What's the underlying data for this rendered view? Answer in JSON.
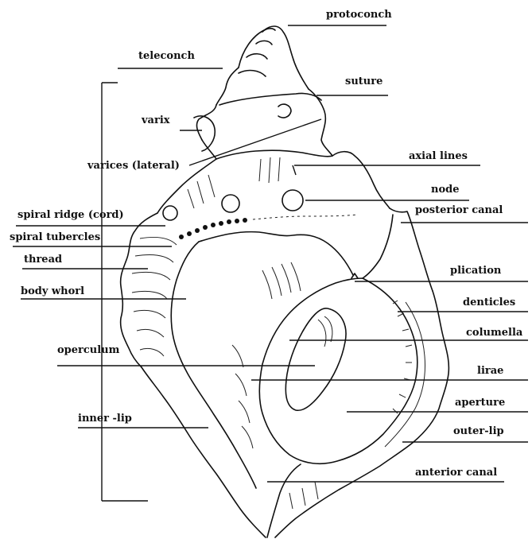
{
  "labels": {
    "protoconch": "protoconch",
    "teleconch": "teleconch",
    "suture": "suture",
    "varix": "varix",
    "varices_lateral": "varices (lateral)",
    "axial_lines": "axial lines",
    "node": "node",
    "spiral_ridge": "spiral ridge (cord)",
    "posterior_canal": "posterior canal",
    "spiral_tubercles": "spiral tubercles",
    "thread": "thread",
    "plication": "plication",
    "body_whorl": "body whorl",
    "denticles": "denticles",
    "columella": "columella",
    "operculum": "operculum",
    "lirae": "lirae",
    "aperture": "aperture",
    "inner_lip": "inner -lip",
    "outer_lip": "outer-lip",
    "anterior_canal": "anterior canal"
  }
}
